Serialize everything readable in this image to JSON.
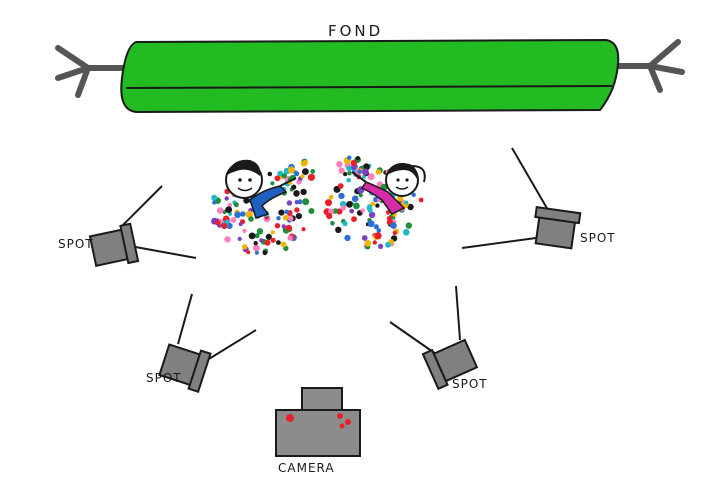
{
  "backdrop": {
    "label": "FOND",
    "color": "#22bb22"
  },
  "spots": [
    {
      "label": "SPOT"
    },
    {
      "label": "SPOT"
    },
    {
      "label": "SPOT"
    },
    {
      "label": "SPOT"
    }
  ],
  "camera": {
    "label": "CAMERA",
    "body_color": "#8c8c8c",
    "led_color": "#e8202a"
  },
  "subjects": {
    "boy_shirt_color": "#1f5fbf",
    "girl_shirt_color": "#d62ca6",
    "confetti_colors": [
      "#e8202a",
      "#1f8f3a",
      "#2d6fd6",
      "#7a3fc4",
      "#f0b400",
      "#1a1a1a",
      "#20b8c8",
      "#ff7fbf"
    ]
  }
}
